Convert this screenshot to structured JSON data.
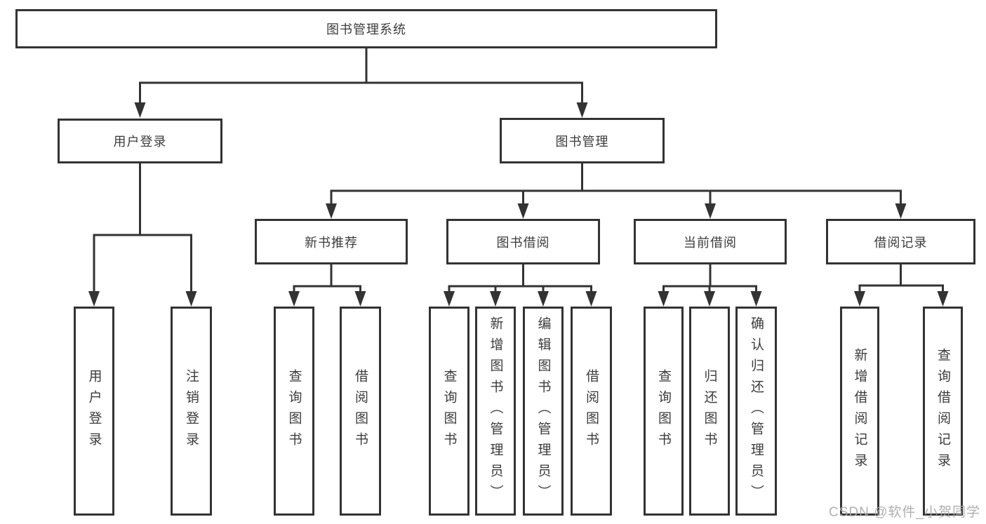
{
  "diagram_title": "图书管理系统",
  "tree": {
    "root": {
      "label": "图书管理系统"
    },
    "branches": [
      {
        "label": "用户登录",
        "children": [
          {
            "label": "用户登录"
          },
          {
            "label": "注销登录"
          }
        ]
      },
      {
        "label": "图书管理",
        "children": [
          {
            "label": "新书推荐",
            "children": [
              {
                "label": "查询图书"
              },
              {
                "label": "借阅图书"
              }
            ]
          },
          {
            "label": "图书借阅",
            "children": [
              {
                "label": "查询图书"
              },
              {
                "label": "新增图书（管理员）"
              },
              {
                "label": "编辑图书（管理员）"
              },
              {
                "label": "借阅图书"
              }
            ]
          },
          {
            "label": "当前借阅",
            "children": [
              {
                "label": "查询图书"
              },
              {
                "label": "归还图书"
              },
              {
                "label": "确认归还（管理员）"
              }
            ]
          },
          {
            "label": "借阅记录",
            "children": [
              {
                "label": "新增借阅记录"
              },
              {
                "label": "查询借阅记录"
              }
            ]
          }
        ]
      }
    ]
  },
  "watermark": "CSDN @软件_小贺同学",
  "colors": {
    "line": "#333333",
    "text": "#3c3c3c",
    "watermark": "#a8a8a8",
    "background": "#ffffff"
  }
}
